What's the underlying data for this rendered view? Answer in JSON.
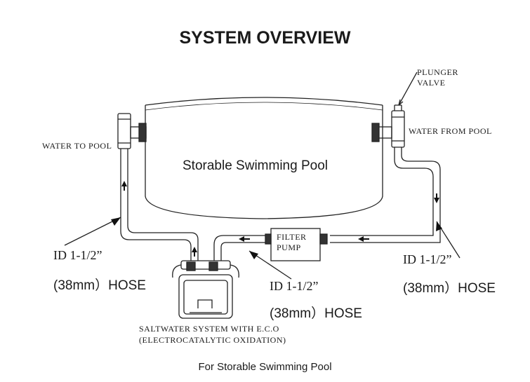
{
  "title": "SYSTEM OVERVIEW",
  "pool_label": "Storable Swimming Pool",
  "plunger_valve": [
    "PLUNGER",
    "VALVE"
  ],
  "water_to_pool": "WATER TO POOL",
  "water_from_pool": "WATER FROM POOL",
  "filter_pump": [
    "FILTER",
    "PUMP"
  ],
  "hose_left": {
    "id": "ID 1-1/2”",
    "size": "(38mm）HOSE"
  },
  "hose_center": {
    "id": "ID 1-1/2”",
    "size": "(38mm）HOSE"
  },
  "hose_right": {
    "id": "ID 1-1/2”",
    "size": "(38mm）HOSE"
  },
  "saltwater_system": [
    "SALTWATER SYSTEM WITH E.C.O",
    "(ELECTROCATALYTIC OXIDATION)"
  ],
  "caption": "For Storable Swimming Pool"
}
